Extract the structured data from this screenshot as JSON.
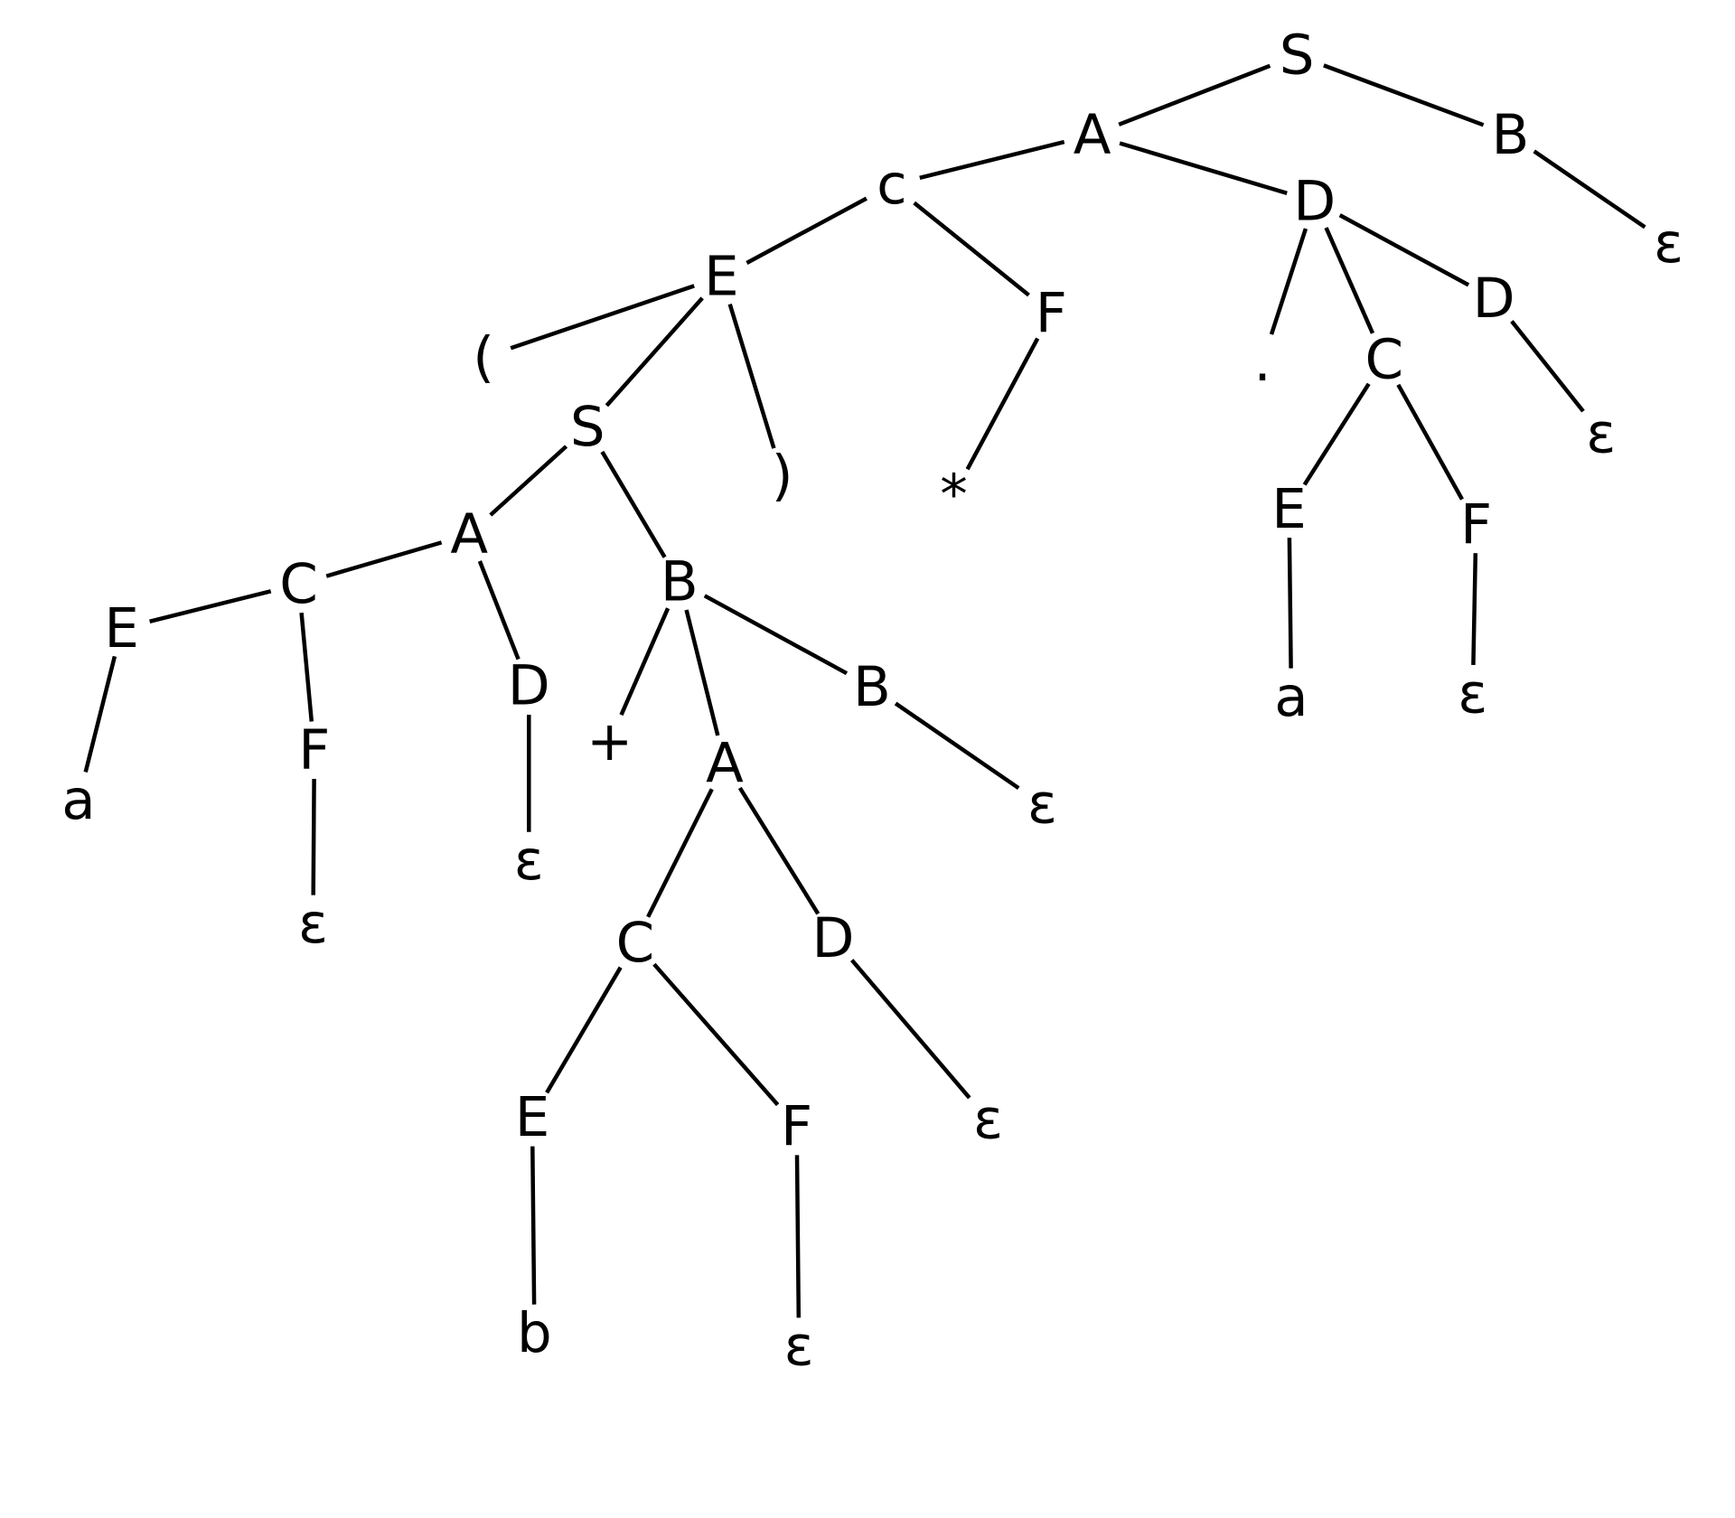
{
  "tree": {
    "label": "S",
    "children": [
      {
        "label": "A",
        "children": [
          {
            "label": "c",
            "children": [
              {
                "label": "E",
                "children": [
                  {
                    "label": "("
                  },
                  {
                    "label": "S",
                    "children": [
                      {
                        "label": "A",
                        "children": [
                          {
                            "label": "C",
                            "children": [
                              {
                                "label": "E",
                                "children": [
                                  {
                                    "label": "a"
                                  }
                                ]
                              },
                              {
                                "label": "F",
                                "children": [
                                  {
                                    "label": "ε"
                                  }
                                ]
                              }
                            ]
                          },
                          {
                            "label": "D",
                            "children": [
                              {
                                "label": "ε"
                              }
                            ]
                          }
                        ]
                      },
                      {
                        "label": "B",
                        "children": [
                          {
                            "label": "+"
                          },
                          {
                            "label": "A",
                            "children": [
                              {
                                "label": "C",
                                "children": [
                                  {
                                    "label": "E",
                                    "children": [
                                      {
                                        "label": "b"
                                      }
                                    ]
                                  },
                                  {
                                    "label": "F",
                                    "children": [
                                      {
                                        "label": "ε"
                                      }
                                    ]
                                  }
                                ]
                              },
                              {
                                "label": "D",
                                "children": [
                                  {
                                    "label": "ε"
                                  }
                                ]
                              }
                            ]
                          },
                          {
                            "label": "B",
                            "children": [
                              {
                                "label": "ε"
                              }
                            ]
                          }
                        ]
                      }
                    ]
                  },
                  {
                    "label": ")"
                  }
                ]
              },
              {
                "label": "F",
                "children": [
                  {
                    "label": "*"
                  }
                ]
              }
            ]
          },
          {
            "label": "D",
            "children": [
              {
                "label": "."
              },
              {
                "label": "C",
                "children": [
                  {
                    "label": "E",
                    "children": [
                      {
                        "label": "a"
                      }
                    ]
                  },
                  {
                    "label": "F",
                    "children": [
                      {
                        "label": "ε"
                      }
                    ]
                  }
                ]
              },
              {
                "label": "D",
                "children": [
                  {
                    "label": "ε"
                  }
                ]
              }
            ]
          }
        ]
      },
      {
        "label": "B",
        "children": [
          {
            "label": "ε"
          }
        ]
      }
    ]
  }
}
